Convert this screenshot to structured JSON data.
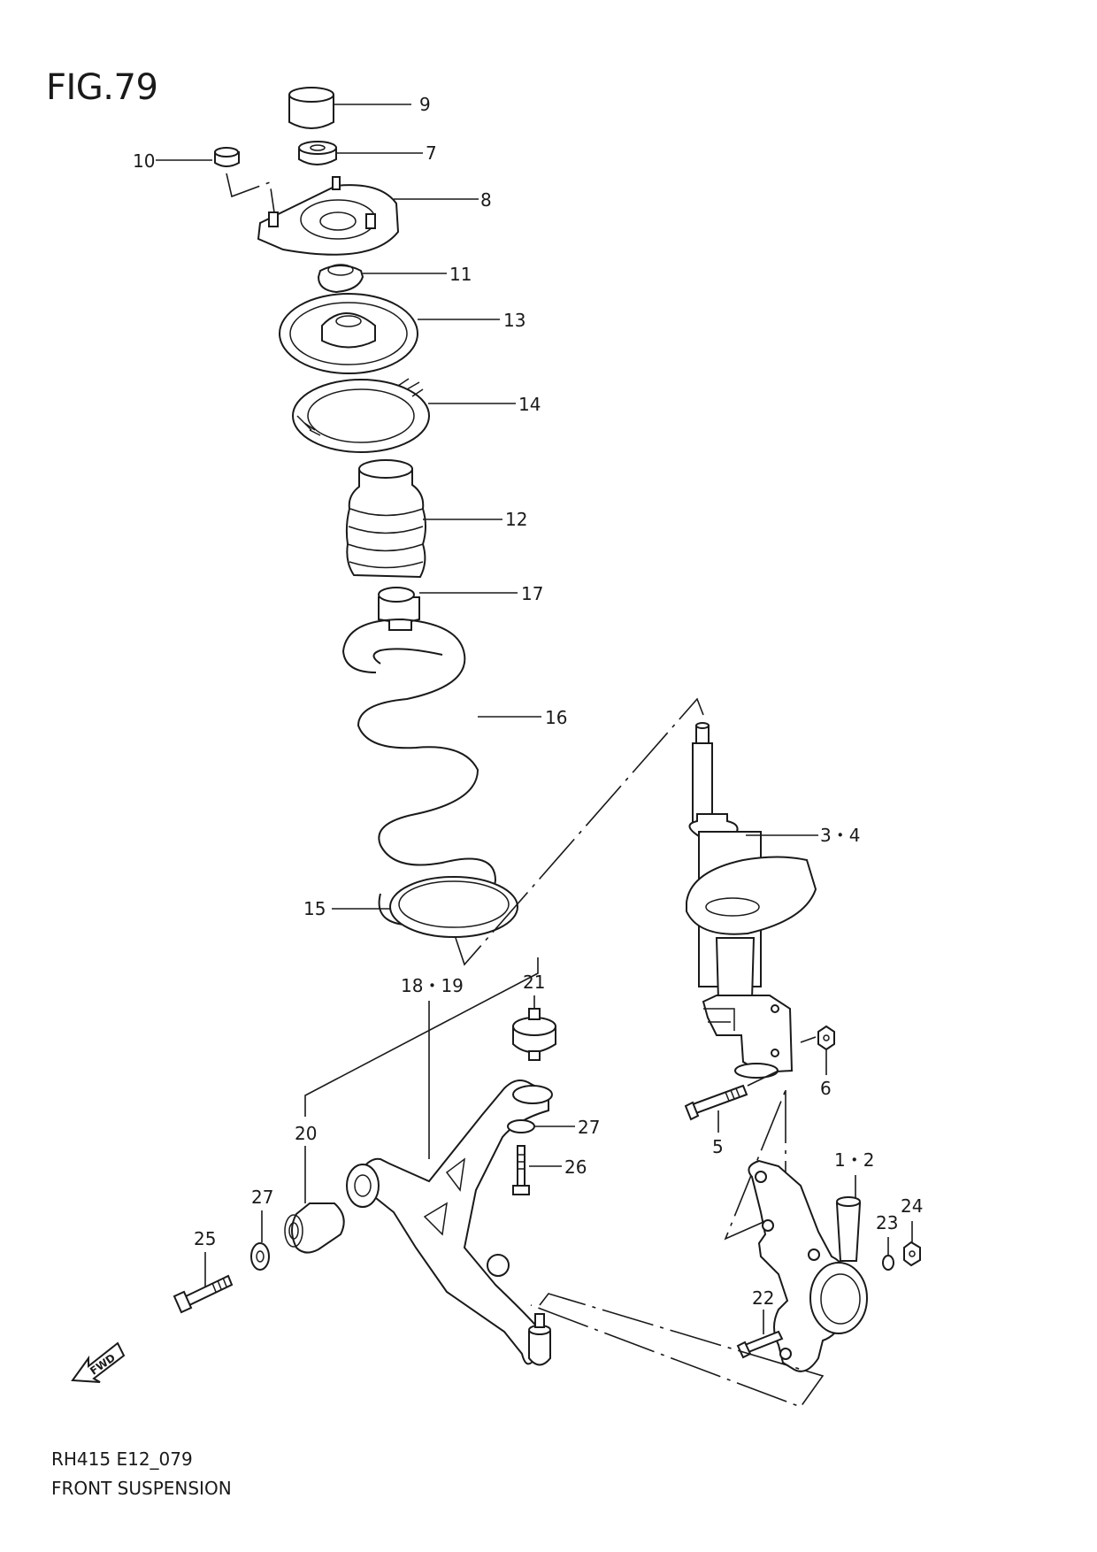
{
  "figure": {
    "title": "FIG.79",
    "code": "RH415 E12_079",
    "name": "FRONT SUSPENSION",
    "fwd_label": "FWD"
  },
  "callouts": {
    "c9": "9",
    "c7": "7",
    "c10": "10",
    "c8": "8",
    "c11": "11",
    "c13": "13",
    "c14": "14",
    "c12": "12",
    "c17": "17",
    "c16": "16",
    "c15": "15",
    "c34": "3・4",
    "c1819": "18・19",
    "c21": "21",
    "c6": "6",
    "c20": "20",
    "c27a": "27",
    "c27b": "27",
    "c26": "26",
    "c5": "5",
    "c12b": "1・2",
    "c25": "25",
    "c23": "23",
    "c24": "24",
    "c22": "22"
  }
}
